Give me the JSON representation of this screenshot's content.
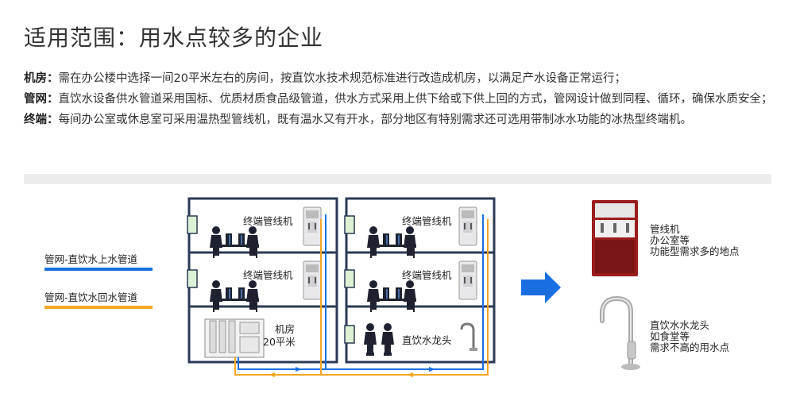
{
  "title": "适用范围：用水点较多的企业",
  "descriptions": [
    {
      "label": "机房：",
      "text": "需在办公楼中选择一间20平米左右的房间，按直饮水技术规范标准进行改造成机房，以满足产水设备正常运行；"
    },
    {
      "label": "管网：",
      "text": "直饮水设备供水管道采用国标、优质材质食品级管道，供水方式采用上供下给或下供上回的方式，管网设计做到同程、循环，确保水质安全；"
    },
    {
      "label": "终端：",
      "text": "每间办公室或休息室可采用温热型管线机，既有温水又有开水，部分地区有特别需求还可选用带制冰水功能的冰热型终端机。"
    }
  ],
  "legend": {
    "supply": {
      "label": "管网-直饮水上水管道",
      "color": "#1a6fe0"
    },
    "return": {
      "label": "管网-直饮水回水管道",
      "color": "#f5a623"
    }
  },
  "diagram": {
    "terminal_label": "终端管线机",
    "machine_room_label": "机房",
    "machine_room_area": "20平米",
    "faucet_label": "直饮水龙头"
  },
  "side": {
    "dispenser_lines": [
      "管线机",
      "办公室等",
      "功能型需求多的地点"
    ],
    "faucet_lines": [
      "直饮水水龙头",
      "如食堂等",
      "需求不高的用水点"
    ]
  },
  "colors": {
    "structure": "#2b3a55",
    "arrow": "#1a6fe0",
    "dispenser_red": "#9b1c1c"
  }
}
